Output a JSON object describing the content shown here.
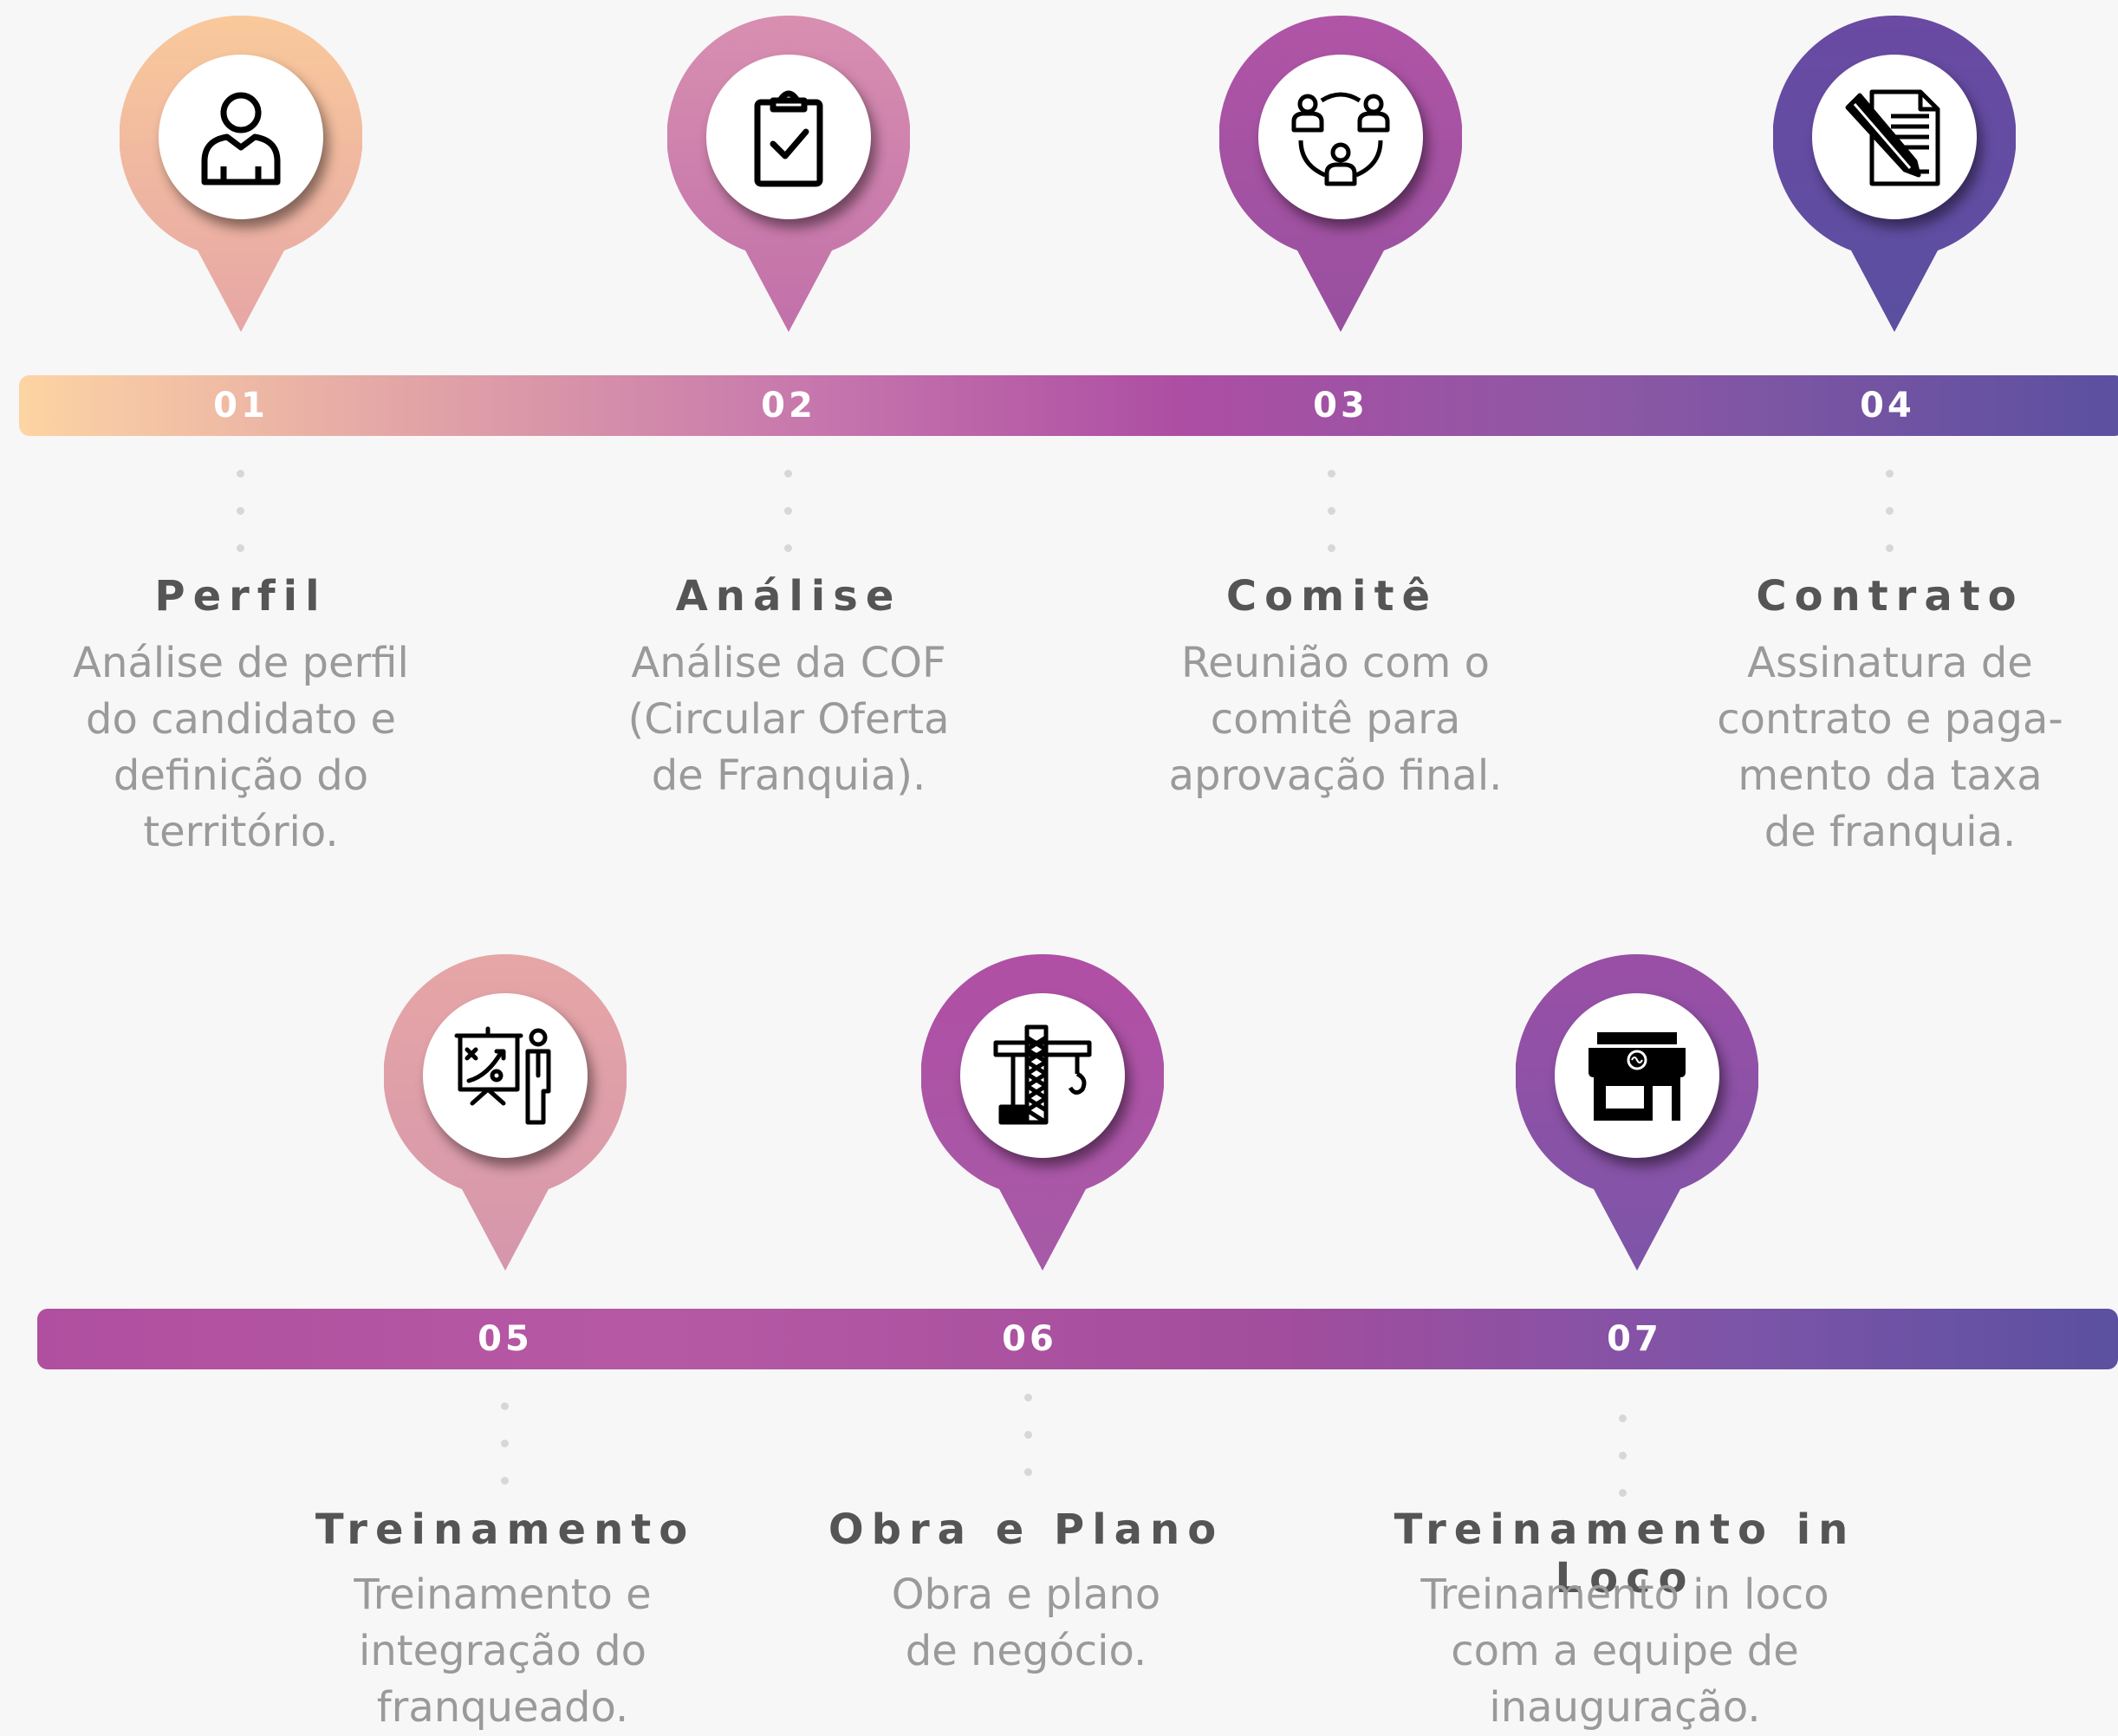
{
  "steps": [
    {
      "number": "01",
      "title": "Perfil",
      "desc": [
        "Análise de perfil",
        "do candidato e",
        "definição do",
        "território."
      ],
      "icon": "person-icon",
      "color_top": "#f9c99b",
      "color_bottom": "#e6a6a6"
    },
    {
      "number": "02",
      "title": "Análise",
      "desc": [
        "Análise da COF",
        "(Circular Oferta",
        "de Franquia)."
      ],
      "icon": "clipboard-check-icon",
      "color_top": "#d88fb0",
      "color_bottom": "#c170a9"
    },
    {
      "number": "03",
      "title": "Comitê",
      "desc": [
        "Reunião com o",
        "comitê para",
        "aprovação final."
      ],
      "icon": "team-meeting-icon",
      "color_top": "#b054a6",
      "color_bottom": "#98509f"
    },
    {
      "number": "04",
      "title": "Contrato",
      "desc": [
        "Assinatura de",
        "contrato e paga-",
        "mento da taxa",
        "de franquia."
      ],
      "icon": "contract-signing-icon",
      "color_top": "#6a4aa3",
      "color_bottom": "#5a4fa0"
    },
    {
      "number": "05",
      "title": "Treinamento",
      "desc": [
        "Treinamento e",
        "integração do",
        "franqueado."
      ],
      "icon": "training-presentation-icon",
      "color_top": "#e6a6a6",
      "color_bottom": "#d596ac"
    },
    {
      "number": "06",
      "title": "Obra e Plano",
      "desc": [
        "Obra e plano",
        "de negócio."
      ],
      "icon": "construction-crane-icon",
      "color_top": "#b04fa5",
      "color_bottom": "#a65aa7"
    },
    {
      "number": "07",
      "title": "Treinamento in Loco",
      "desc": [
        "Treinamento in loco",
        "com a equipe de",
        "inauguração."
      ],
      "icon": "storefront-icon",
      "color_top": "#9a4fa6",
      "color_bottom": "#7d55a8"
    }
  ]
}
